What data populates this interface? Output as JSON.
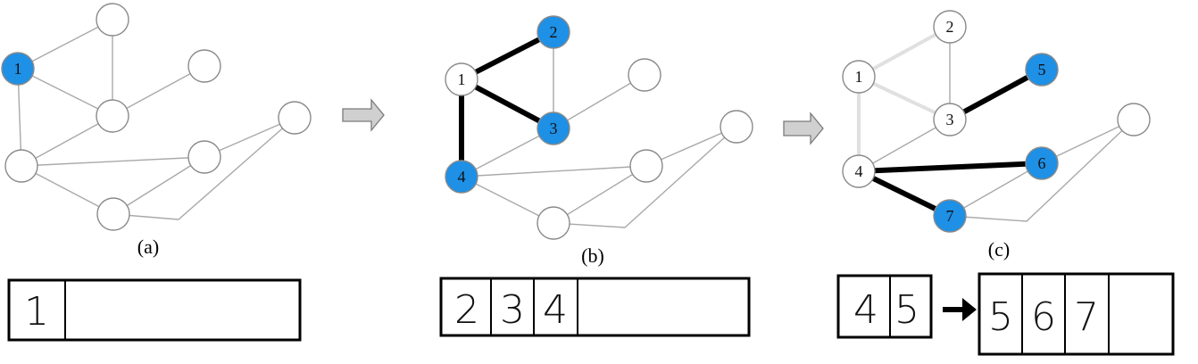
{
  "colors": {
    "visited": "#1e90e6",
    "unvisited": "#ffffff",
    "edge": "#a9a9a9"
  },
  "captions": {
    "a": "(a)",
    "b": "(b)",
    "c": "(c)"
  },
  "labels": {
    "a_n1": "1",
    "b_n1": "1",
    "b_n2": "2",
    "b_n3": "3",
    "b_n4": "4",
    "c_n1": "1",
    "c_n2": "2",
    "c_n3": "3",
    "c_n4": "4",
    "c_n5": "5",
    "c_n6": "6",
    "c_n7": "7"
  },
  "queues": {
    "a": [
      "1"
    ],
    "b": [
      "2",
      "3",
      "4"
    ],
    "c_before": [
      "4",
      "5"
    ],
    "c_after": [
      "5",
      "6",
      "7"
    ]
  },
  "step_arrows": [
    "right-arrow-icon",
    "right-arrow-icon"
  ],
  "queue_arrow": "bold-arrow-icon"
}
